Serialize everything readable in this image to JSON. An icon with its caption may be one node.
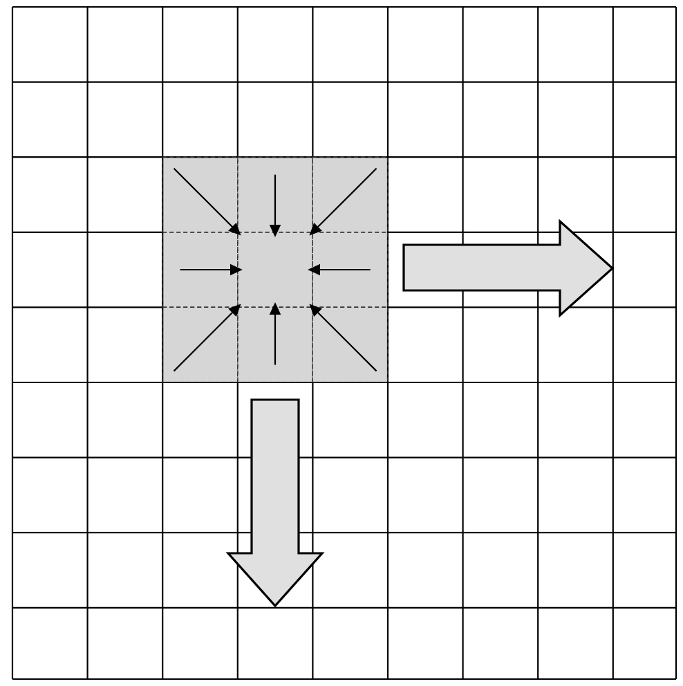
{
  "diagram": {
    "nodes": [
      {
        "text": [],
        "shape": "box"
      },
      {
        "text": [],
        "shape": "box"
      },
      {
        "text": [],
        "shape": "box"
      },
      {
        "text": [],
        "shape": "box"
      },
      {
        "text": [],
        "shape": "box"
      },
      {
        "text": [],
        "shape": "box"
      },
      {
        "text": [],
        "shape": "box"
      },
      {
        "text": [],
        "shape": "box"
      },
      {
        "text": [],
        "shape": "box"
      }
    ],
    "edges": [
      {
        "from": 0,
        "to": 4,
        "arrow": "to"
      },
      {
        "from": 1,
        "to": 4,
        "arrow": "to"
      },
      {
        "from": 2,
        "to": 4,
        "arrow": "to"
      },
      {
        "from": 3,
        "to": 4,
        "arrow": "to"
      },
      {
        "from": 5,
        "to": 4,
        "arrow": "to"
      },
      {
        "from": 6,
        "to": 4,
        "arrow": "to"
      },
      {
        "from": 7,
        "to": 4,
        "arrow": "to"
      },
      {
        "from": 8,
        "to": 4,
        "arrow": "to"
      }
    ]
  }
}
